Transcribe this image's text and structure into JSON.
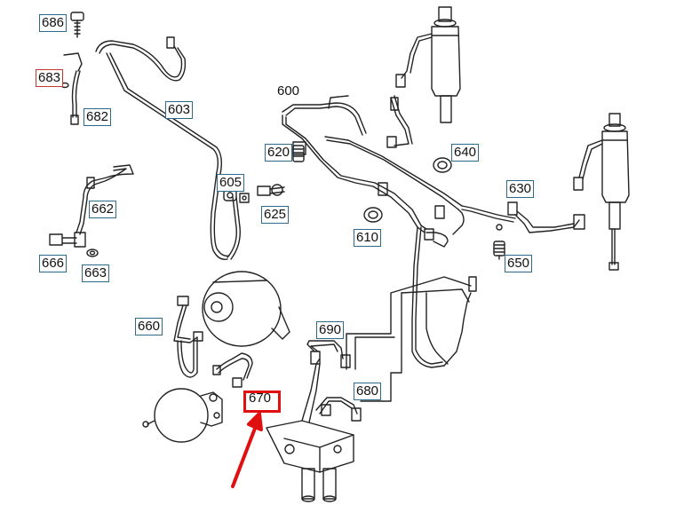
{
  "parts": {
    "p686": "686",
    "p683": "683",
    "p682": "682",
    "p603": "603",
    "p600": "600",
    "p620": "620",
    "p640": "640",
    "p630": "630",
    "p605": "605",
    "p625": "625",
    "p610": "610",
    "p650": "650",
    "p662": "662",
    "p666": "666",
    "p663": "663",
    "p660": "660",
    "p690": "690",
    "p680": "680",
    "p670": "670"
  },
  "colors": {
    "line": "#222222",
    "label_border": "#2b6a8a",
    "selected_border": "#c0392b",
    "highlight": "#e01010"
  }
}
